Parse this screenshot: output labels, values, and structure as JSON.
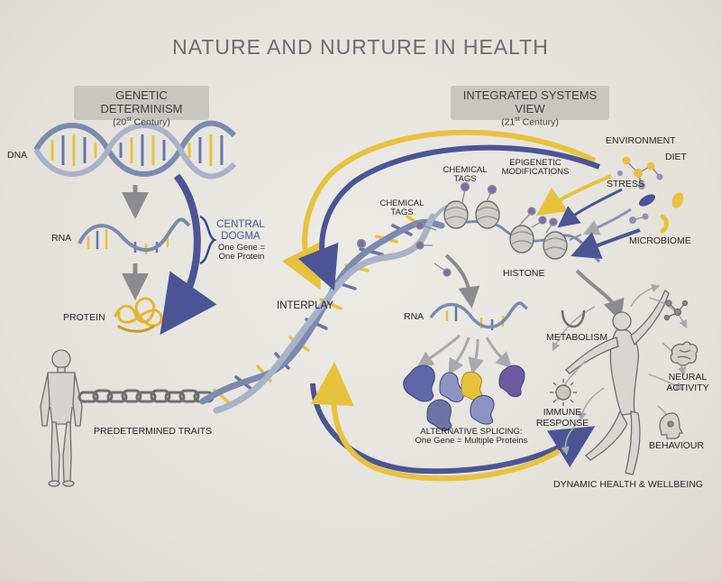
{
  "title": "NATURE AND NURTURE IN HEALTH",
  "left": {
    "heading": "GENETIC DETERMINISM",
    "sub_prefix": "(20",
    "sub_sup": "st",
    "sub_suffix": " Century)",
    "dna": "DNA",
    "rna": "RNA",
    "protein": "PROTEIN",
    "central_dogma_1": "CENTRAL",
    "central_dogma_2": "DOGMA",
    "one_gene_1": "One Gene =",
    "one_gene_2": "One Protein",
    "traits": "PREDETERMINED TRAITS"
  },
  "right": {
    "heading": "INTEGRATED SYSTEMS VIEW",
    "sub_prefix": "(21",
    "sub_sup": "st",
    "sub_suffix": " Century)",
    "environment": "ENVIRONMENT",
    "diet": "DIET",
    "stress": "STRESS",
    "microbiome": "MICROBIOME",
    "chem_tags_top_1": "CHEMICAL",
    "chem_tags_top_2": "TAGS",
    "epi_1": "EPIGENETIC",
    "epi_2": "MODIFICATIONS",
    "chem_tags_left_1": "CHEMICAL",
    "chem_tags_left_2": "TAGS",
    "histone": "HISTONE",
    "rna": "RNA",
    "alt_1": "ALTERNATIVE SPLICING:",
    "alt_2": "One Gene = Multiple Proteins",
    "metabolism": "METABOLISM",
    "neural_1": "NEURAL",
    "neural_2": "ACTIVITY",
    "immune_1": "IMMUNE",
    "immune_2": "RESPONSE",
    "behaviour": "BEHAVIOUR",
    "dynamic": "DYNAMIC HEALTH & WELLBEING"
  },
  "interplay": "INTERPLAY",
  "colors": {
    "navy": "#4b5595",
    "gold": "#e7c23d",
    "grey": "#8c8c90",
    "strand": "#7c8ab0",
    "purple": "#6e5aa0"
  }
}
